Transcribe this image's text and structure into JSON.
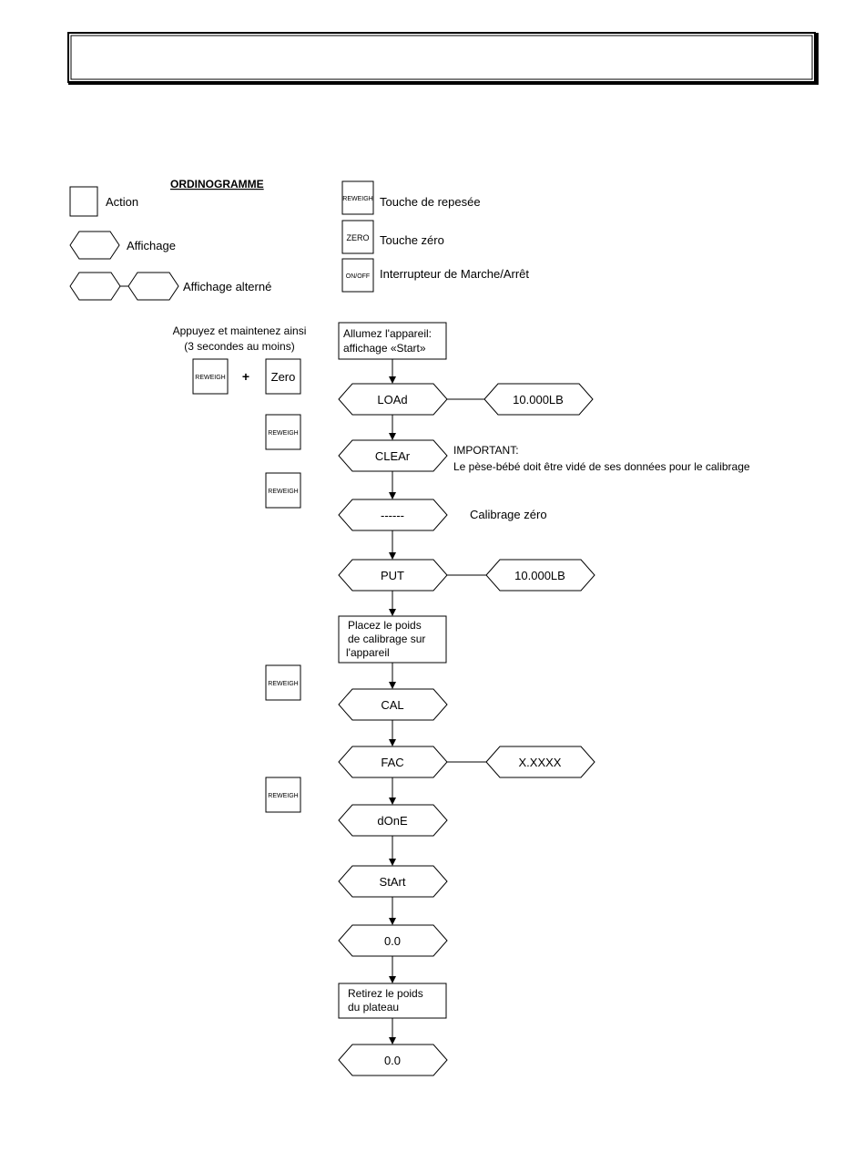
{
  "legend": {
    "title": "ORDINOGRAMME",
    "action": "Action",
    "affichage": "Affichage",
    "affichage_alterne": "Affichage alterné",
    "key_reweigh_label": "REWEIGH",
    "key_reweigh_desc": "Touche de repesée",
    "key_zero_label": "ZERO",
    "key_zero_desc": "Touche zéro",
    "key_onoff_label": "ON/OFF",
    "key_onoff_desc": "Interrupteur de Marche/Arrêt"
  },
  "left_keys": {
    "instruction_line1": "Appuyez et maintenez ainsi",
    "instruction_line2": "(3 secondes au moins)",
    "reweigh_label": "REWEIGH",
    "plus": "+",
    "zero_label": "Zero"
  },
  "flow": {
    "start_action_line1": "Allumez l'appareil:",
    "start_action_line2": "affichage «Start»",
    "load": "LOAd",
    "load_alt": "10.000LB",
    "clear": "CLEAr",
    "important_line1": "IMPORTANT:",
    "important_line2": "Le pèse-bébé doit être vidé de ses données pour le calibrage",
    "dashes": "------",
    "zero_cal_note": "Calibrage zéro",
    "put": "PUT",
    "put_alt": "10.000LB",
    "place_weight_line1": "Placez le poids",
    "place_weight_line2": "de calibrage sur",
    "place_weight_line3": "l'appareil",
    "cal": "CAL",
    "fac": "FAC",
    "fac_alt": "X.XXXX",
    "done": "dOnE",
    "start": "StArt",
    "zero_display_1": "0.0",
    "remove_weight_line1": "Retirez le poids",
    "remove_weight_line2": "du plateau",
    "zero_display_2": "0.0"
  }
}
